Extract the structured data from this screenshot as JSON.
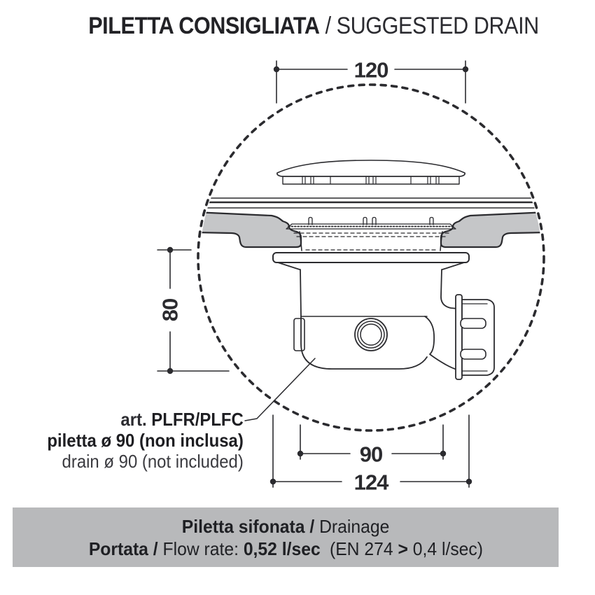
{
  "title": {
    "bold": "PILETTA CONSIGLIATA",
    "light": " / SUGGESTED DRAIN"
  },
  "drawing": {
    "dim_top_width": "120",
    "dim_height": "80",
    "dim_drain_diameter": "90",
    "dim_total_width": "124",
    "label_art_prefix": "art. ",
    "label_art_code": "PLFR/PLFC",
    "label_line2": "piletta ø 90 (non inclusa)",
    "label_line3": "drain ø 90 (not included)"
  },
  "footer": {
    "line1_bold": "Piletta sifonata / ",
    "line1_light": "Drainage",
    "line2_bold1": "Portata / ",
    "line2_light1": "Flow rate: ",
    "line2_bold2": "0,52 l/sec",
    "line2_light2": "(EN 274 ",
    "line2_bold3": "> ",
    "line2_light3": "0,4 l/sec)"
  },
  "colors": {
    "ink": "#2b2b2f",
    "tray_fill": "#c5c6c8",
    "footer_bg": "#b8b9bb"
  }
}
